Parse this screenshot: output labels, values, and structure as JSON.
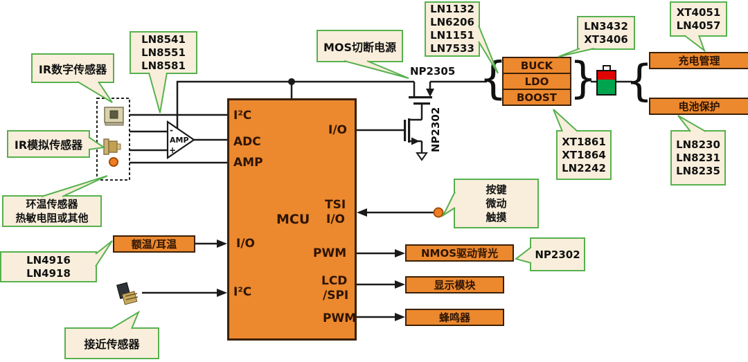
{
  "colors": {
    "orange": "#EC882E",
    "box_border": "#3a2005",
    "callout_bg": "#f8eedb",
    "callout_border": "#56b14d",
    "battery_red": "#e00404",
    "battery_green": "#00a44f"
  },
  "mcu": {
    "label": "MCU",
    "ports": {
      "i2c_top": "I²C",
      "adc": "ADC",
      "amp": "AMP",
      "io_left": "I/O",
      "i2c_bottom": "I²C",
      "io_right": "I/O",
      "tsi": "TSI",
      "tsi_io": "I/O",
      "pwm1": "PWM",
      "lcd": "LCD",
      "spi": "/SPI",
      "pwm2": "PWM"
    }
  },
  "amp": {
    "label": "AMP",
    "minus": "-",
    "plus": "+"
  },
  "transistors": {
    "pmos": "NP2305",
    "nmos": "NP2302"
  },
  "regulators": {
    "buck": "BUCK",
    "ldo": "LDO",
    "boost": "BOOST"
  },
  "orange_boxes": {
    "forehead_ear": "额温/耳温",
    "charge_mgmt": "充电管理",
    "battery_protect": "电池保护",
    "nmos_backlight": "NMOS驱动背光",
    "display": "显示模块",
    "buzzer": "蜂鸣器"
  },
  "callouts": {
    "ir_digital": "IR数字传感器",
    "ln85": "LN8541\nLN8551\nLN8581",
    "ir_analog": "IR模拟传感器",
    "ambient": "环温传感器\n热敏电阻或其他",
    "ln49": "LN4916\nLN4918",
    "proximity": "接近传感器",
    "mos_cutoff": "MOS切断电源",
    "ln11": "LN1132\nLN6206\nLN1151\nLN7533",
    "ln3432": "LN3432\nXT3406",
    "xt4051": "XT4051\nLN4057",
    "xt1861": "XT1861\nXT1864\nLN2242",
    "ln82": "LN8230\nLN8231\nLN8235",
    "buttons": "按键\n微动\n触摸",
    "np2302": "NP2302"
  },
  "braces": {
    "open": "{",
    "close": "}"
  }
}
